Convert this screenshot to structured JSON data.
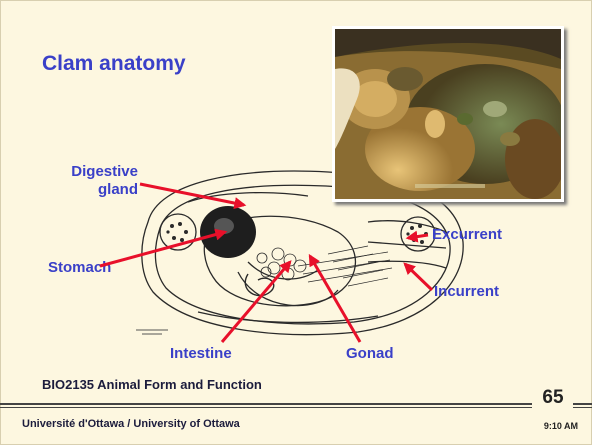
{
  "slide": {
    "title": "Clam anatomy",
    "labels": {
      "digestive_gland_1": "Digestive",
      "digestive_gland_2": "gland",
      "stomach": "Stomach",
      "excurrent": "Excurrent",
      "incurrent": "Incurrent",
      "intestine": "Intestine",
      "gonad": "Gonad"
    },
    "course": "BIO2135 Animal Form and Function",
    "page_number": "65",
    "footer": "Université d'Ottawa / University of Ottawa",
    "time": "9:10 AM"
  },
  "colors": {
    "background": "#fdf7e0",
    "label": "#3a40c8",
    "arrow": "#e8102a"
  }
}
